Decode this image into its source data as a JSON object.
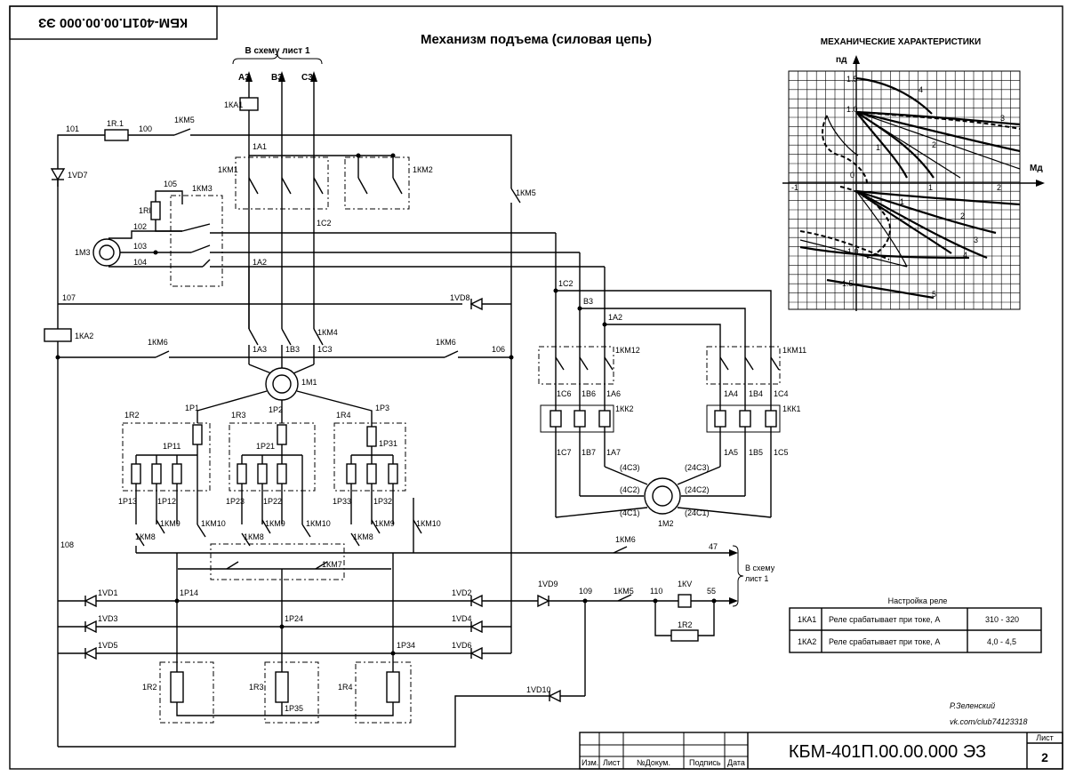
{
  "drawing": {
    "title": "Механизм подъема (силовая цепь)",
    "doc_code_top_inverted": "КБМ-401П.00.00.000 ЭЗ",
    "to_sheet_top": "В схему лист 1",
    "to_sheet_right_line1": "В схему",
    "to_sheet_right_line2": "лист 1",
    "author": "Р.Зелeнский",
    "author_link": "vk.com/club74123318"
  },
  "graph": {
    "title": "МЕХАНИЧЕСКИЕ ХАРАКТЕРИСТИКИ",
    "y_axis": "nд",
    "x_axis": "Mд",
    "ticks": [
      "1.5",
      "1.0",
      "0",
      "-1",
      "1",
      "2",
      "-1.0",
      "-1.5"
    ],
    "curve_labels": [
      "1",
      "2",
      "3",
      "4",
      "1",
      "2",
      "3",
      "4",
      "5"
    ]
  },
  "relay_table": {
    "title": "Настройка реле",
    "rows": [
      {
        "id": "1КА1",
        "desc": "Реле срабатывает при токе, А",
        "value": "310 - 320"
      },
      {
        "id": "1КА2",
        "desc": "Реле срабатывает при токе, А",
        "value": "4,0 - 4,5"
      }
    ]
  },
  "title_block": {
    "code": "КБМ-401П.00.00.000 ЭЗ",
    "sheet_label": "Лист",
    "sheet_number": "2",
    "cols": [
      "Изм.",
      "Лист",
      "№Докум.",
      "Подпись",
      "Дата"
    ]
  },
  "labels": {
    "phases": [
      "A3",
      "B3",
      "C3"
    ],
    "ka1": "1КА1",
    "a1": "1A1",
    "km1": "1КМ1",
    "km2": "1КМ2",
    "c2": "1С2",
    "n101": "101",
    "n100": "100",
    "r1": "1R.1",
    "km5": "1КМ5",
    "vd7": "1VD7",
    "n105": "105",
    "rl": "1Rl",
    "km3": "1КМ3",
    "n102": "102",
    "n103": "103",
    "n104": "104",
    "m3": "1М3",
    "a2": "1A2",
    "n107": "107",
    "vd8": "1VD8",
    "ka2": "1КА2",
    "km6": "1КМ6",
    "km4": "1КМ4",
    "n106": "106",
    "a3": "1A3",
    "b3": "1В3",
    "c3": "1С3",
    "m1": "1М1",
    "p1": "1Р1",
    "p2": "1Р2",
    "p3": "1Р3",
    "r2": "1R2",
    "r3": "1R3",
    "r4": "1R4",
    "p11": "1Р11",
    "p21": "1Р21",
    "p31": "1Р31",
    "p13": "1Р13",
    "p12": "1Р12",
    "p23": "1Р23",
    "p22": "1Р22",
    "p33": "1Р33",
    "p32": "1Р32",
    "km8": "1КМ8",
    "km9": "1КМ9",
    "km10": "1КМ10",
    "km7": "1КМ7",
    "n108": "108",
    "n47": "47",
    "vd1": "1VD1",
    "vd2": "1VD2",
    "vd3": "1VD3",
    "vd4": "1VD4",
    "vd5": "1VD5",
    "vd6": "1VD6",
    "vd9": "1VD9",
    "vd10": "1VD10",
    "p14": "1Р14",
    "p24": "1Р24",
    "p34": "1Р34",
    "p35": "1Р35",
    "n109": "109",
    "n110": "110",
    "kv": "1КV",
    "n55": "55",
    "c2b": "1С2",
    "b3b": "В3",
    "a2b": "1A2",
    "km12": "1КМ12",
    "km11": "1КМ11",
    "kk2": "1КК2",
    "kk1": "1КК1",
    "c6": "1С6",
    "b6": "1В6",
    "a6": "1A6",
    "a4": "1A4",
    "b4": "1В4",
    "c4": "1С4",
    "c7": "1С7",
    "b7": "1В7",
    "a7": "1A7",
    "a5": "1A5",
    "b5": "1В5",
    "c5": "1С5",
    "m2": "1М2",
    "t4c3": "(4С3)",
    "t4c2": "(4С2)",
    "t4c1": "(4С1)",
    "t24c3": "(24С3)",
    "t24c2": "(24С2)",
    "t24c1": "(24С1)"
  }
}
